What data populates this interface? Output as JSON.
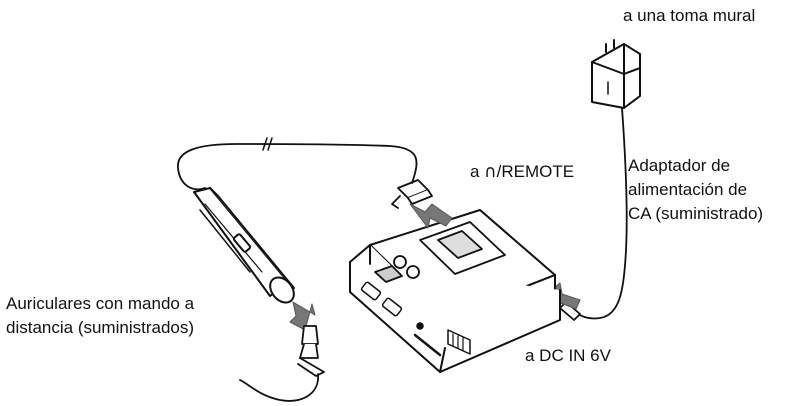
{
  "labels": {
    "wall_outlet": "a una toma mural",
    "remote_prefix": "a ",
    "remote_icon": "headphones-icon",
    "remote_suffix": "/REMOTE",
    "adapter": [
      "Adaptador de",
      "alimentación de",
      "CA (suministrado)"
    ],
    "headphones": [
      "Auriculares con mando a",
      "distancia (suministrados)"
    ],
    "dc_in": "a DC IN 6V"
  }
}
